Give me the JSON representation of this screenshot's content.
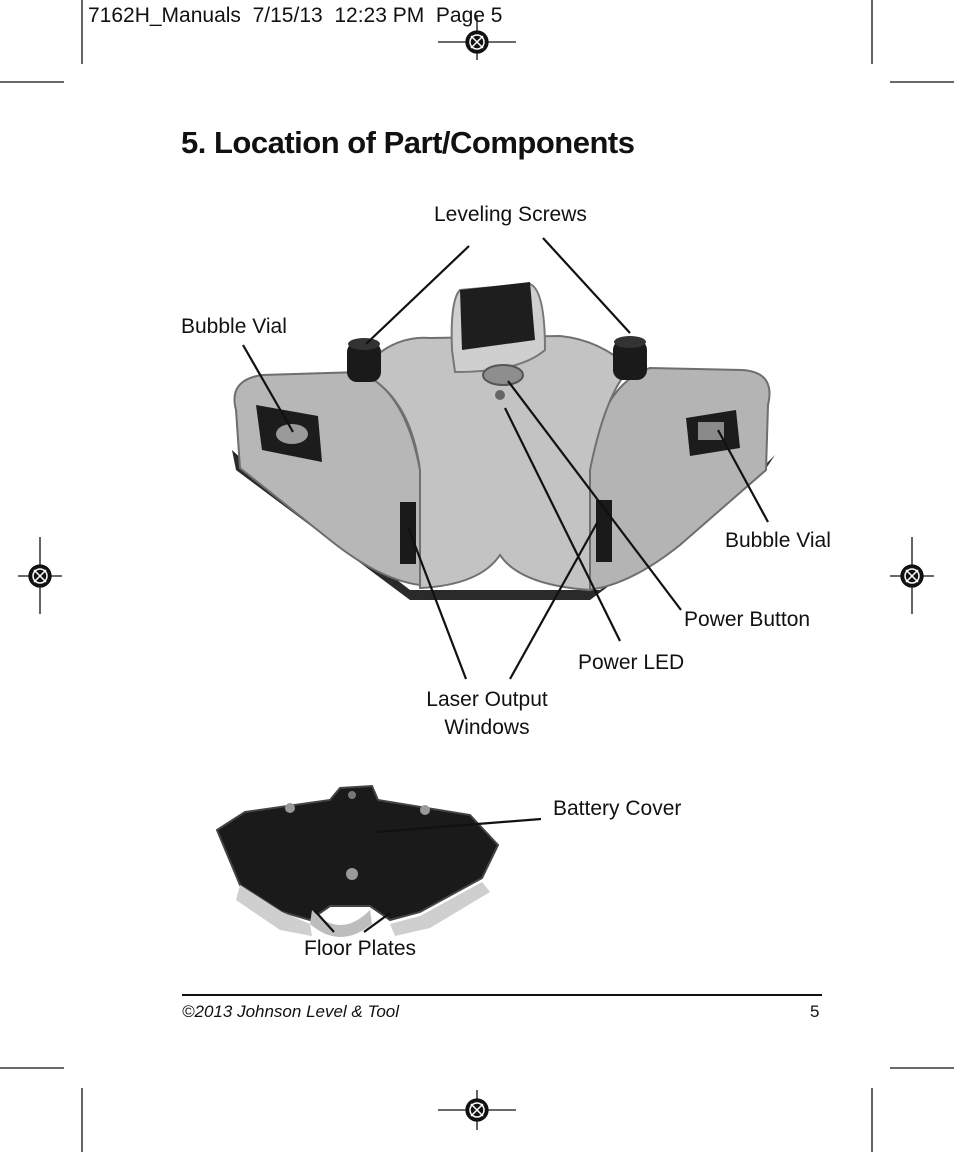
{
  "slug_line": "7162H_Manuals  7/15/13  12:23 PM  Page 5",
  "title": "5. Location of Part/Components",
  "labels": {
    "leveling_screws": "Leveling Screws",
    "bubble_vial_left": "Bubble Vial",
    "bubble_vial_right": "Bubble Vial",
    "power_button": "Power Button",
    "power_led": "Power LED",
    "laser_output_line1": "Laser Output",
    "laser_output_line2": "Windows",
    "battery_cover": "Battery Cover",
    "floor_plates": "Floor Plates"
  },
  "footer": {
    "copyright": "©2013 Johnson Level & Tool",
    "page_number": "5"
  }
}
